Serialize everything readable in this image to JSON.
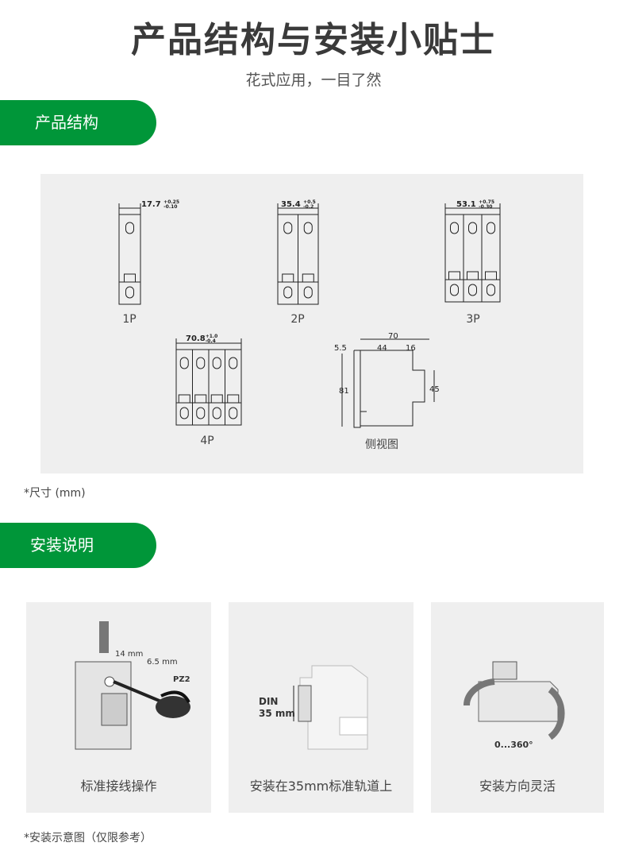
{
  "header": {
    "title": "产品结构与安装小贴士",
    "subtitle": "花式应用，一目了然"
  },
  "sections": {
    "structure": "产品结构",
    "install": "安装说明"
  },
  "accent_color": "#009639",
  "structure": {
    "items": [
      {
        "label": "1P",
        "width": "17.7",
        "tol_plus": "+0.25",
        "tol_minus": "-0.10"
      },
      {
        "label": "2P",
        "width": "35.4",
        "tol_plus": "+0.5",
        "tol_minus": "-0.2"
      },
      {
        "label": "3P",
        "width": "53.1",
        "tol_plus": "+0.75",
        "tol_minus": "-0.30"
      },
      {
        "label": "4P",
        "width": "70.8",
        "tol_plus": "+1.0",
        "tol_minus": "-0.4"
      }
    ],
    "side": {
      "label": "侧视图",
      "d70": "70",
      "d55": "5.5",
      "d44": "44",
      "d16": "16",
      "d81": "81",
      "d45": "45"
    },
    "note": "*尺寸 (mm)"
  },
  "install": {
    "cards": [
      {
        "caption": "标准接线操作",
        "dim1": "14 mm",
        "dim2": "6.5 mm",
        "tool": "PZ2"
      },
      {
        "caption": "安装在35mm标准轨道上",
        "din": "DIN",
        "din_size": "35 mm"
      },
      {
        "caption": "安装方向灵活",
        "angle": "0...360°"
      }
    ],
    "note": "*安装示意图（仅限参考）"
  }
}
